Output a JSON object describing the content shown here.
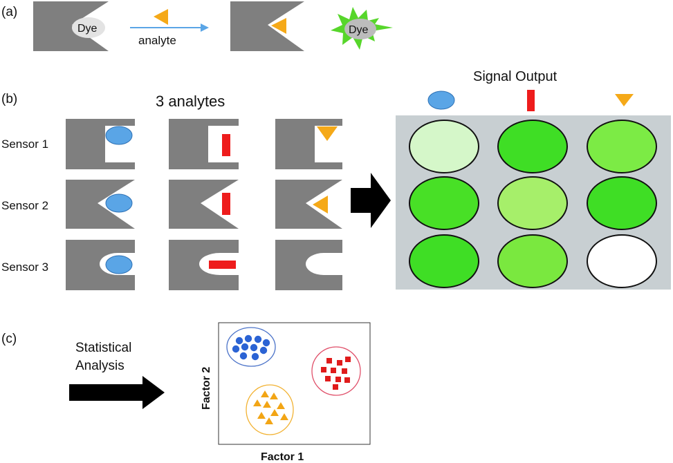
{
  "panel_a": {
    "label": "(a)",
    "dye_label": "Dye",
    "arrow_label": "analyte",
    "released_dye_label": "Dye"
  },
  "panel_b": {
    "label": "(b)",
    "title": "3 analytes",
    "sensor_labels": [
      "Sensor 1",
      "Sensor 2",
      "Sensor 3"
    ],
    "signal_title": "Signal Output",
    "signal_grid": [
      [
        "#d5f7c9",
        "#3fde25",
        "#7ceb45"
      ],
      [
        "#48e026",
        "#a6ef6a",
        "#3fde25"
      ],
      [
        "#3fde25",
        "#7ae83f",
        "#ffffff"
      ]
    ]
  },
  "panel_c": {
    "label": "(c)",
    "arrow_text_line1": "Statistical",
    "arrow_text_line2": "Analysis",
    "xlabel": "Factor 1",
    "ylabel": "Factor 2"
  },
  "colors": {
    "sensor_gray": "#7f7f7f",
    "analyte_blue": "#5aa5e6",
    "analyte_red": "#ee1c1c",
    "analyte_orange": "#f5a918",
    "dye_green": "#57d62b",
    "arrow_blue": "#5aa5e6",
    "panel_bg": "#c8cfd2"
  }
}
